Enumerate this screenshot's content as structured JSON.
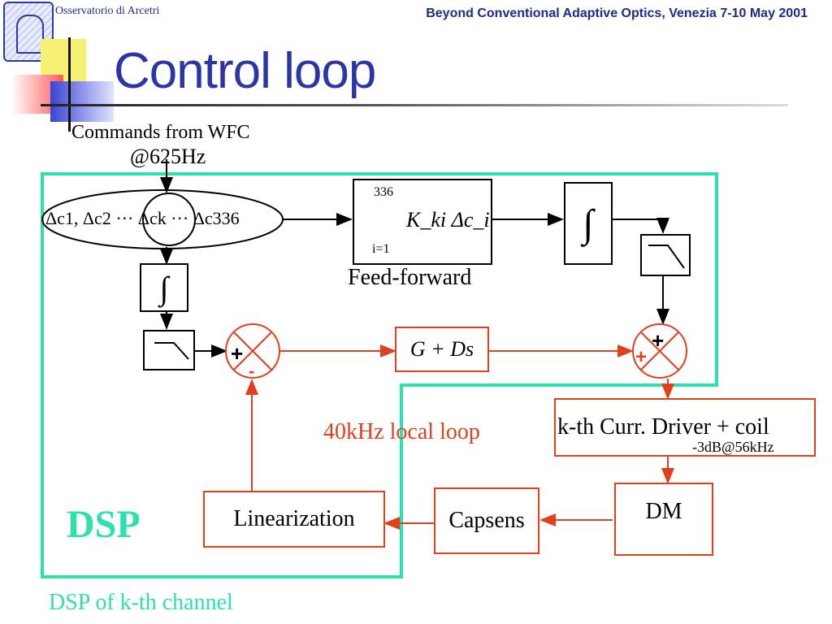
{
  "header": {
    "institution": "Osservatorio di Arcetri",
    "conference": "Beyond Conventional Adaptive Optics, Venezia 7-10 May 2001"
  },
  "slide": {
    "title": "Control loop",
    "caption": "DSP of k-th channel"
  },
  "diagram": {
    "input_label": "Commands from WFC",
    "input_rate": "@625Hz",
    "commands_vector": "Δc1, Δc2 ··· Δck ··· Δc336",
    "sum_upper": "336",
    "sum_lower": "i=1",
    "sum_term": "K_ki Δc_i",
    "feedforward_label": "Feed-forward",
    "integrator_symbol": "∫",
    "controller": "G + Ds",
    "local_loop_label": "40kHz local loop",
    "driver_label": "k-th Curr. Driver + coil",
    "driver_bandwidth": "-3dB@56kHz",
    "dm_label": "DM",
    "capsens_label": "Capsens",
    "linearization_label": "Linearization",
    "dsp_label": "DSP",
    "sum1_plus": "+",
    "sum1_minus": "-",
    "sum2_plus_top": "+",
    "sum2_plus_left": "+"
  },
  "colors": {
    "dsp_border": "#2ee0b0",
    "local_loop": "#e0401e",
    "title": "#2b35a8",
    "header": "#1f2a8a"
  }
}
